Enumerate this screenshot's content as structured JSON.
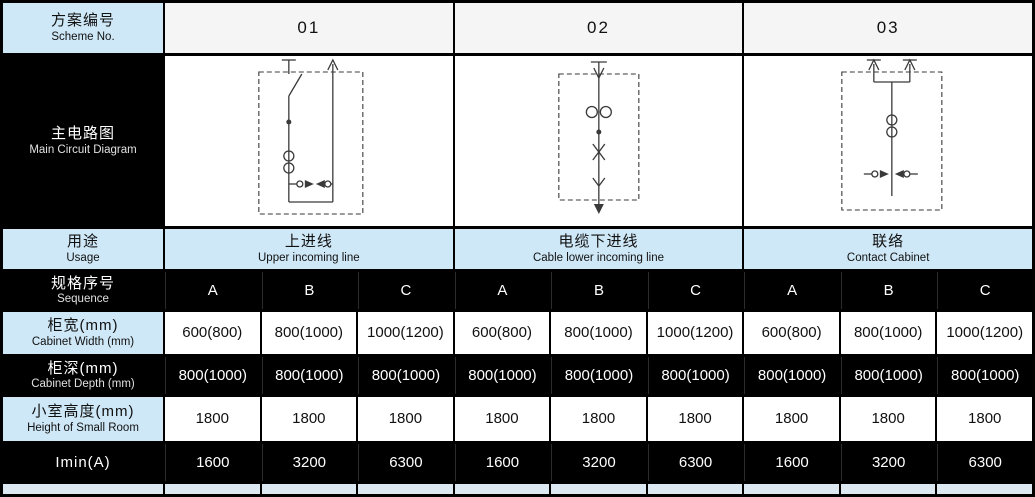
{
  "colors": {
    "label_blue": "#cfe8f7",
    "header_gray": "#f5f5f5",
    "dark_row": "#000000",
    "value_white": "#ffffff"
  },
  "scheme_row": {
    "label_zh": "方案编号",
    "label_en": "Scheme No.",
    "values": [
      "01",
      "02",
      "03"
    ]
  },
  "circuit_row": {
    "label_zh": "主电路图",
    "label_en": "Main Circuit Diagram",
    "diagrams": [
      "upper-incoming-line",
      "cable-lower-incoming-line",
      "contact-cabinet"
    ]
  },
  "usage_row": {
    "label_zh": "用途",
    "label_en": "Usage",
    "values": [
      {
        "zh": "上进线",
        "en": "Upper incoming line"
      },
      {
        "zh": "电缆下进线",
        "en": "Cable lower incoming line"
      },
      {
        "zh": "联络",
        "en": "Contact Cabinet"
      }
    ]
  },
  "sequence_row": {
    "label_zh": "规格序号",
    "label_en": "Sequence",
    "values": [
      "A",
      "B",
      "C",
      "A",
      "B",
      "C",
      "A",
      "B",
      "C"
    ]
  },
  "width_row": {
    "label_zh": "柜宽(mm)",
    "label_en": "Cabinet Width (mm)",
    "values": [
      "600(800)",
      "800(1000)",
      "1000(1200)",
      "600(800)",
      "800(1000)",
      "1000(1200)",
      "600(800)",
      "800(1000)",
      "1000(1200)"
    ]
  },
  "depth_row": {
    "label_zh": "柜深(mm)",
    "label_en": "Cabinet Depth (mm)",
    "values": [
      "800(1000)",
      "800(1000)",
      "800(1000)",
      "800(1000)",
      "800(1000)",
      "800(1000)",
      "800(1000)",
      "800(1000)",
      "800(1000)"
    ]
  },
  "height_row": {
    "label_zh": "小室高度(mm)",
    "label_en": "Height of Small Room",
    "values": [
      "1800",
      "1800",
      "1800",
      "1800",
      "1800",
      "1800",
      "1800",
      "1800",
      "1800"
    ]
  },
  "imin_row": {
    "label": "Imin(A)",
    "values": [
      "1600",
      "3200",
      "6300",
      "1600",
      "3200",
      "6300",
      "1600",
      "3200",
      "6300"
    ]
  }
}
